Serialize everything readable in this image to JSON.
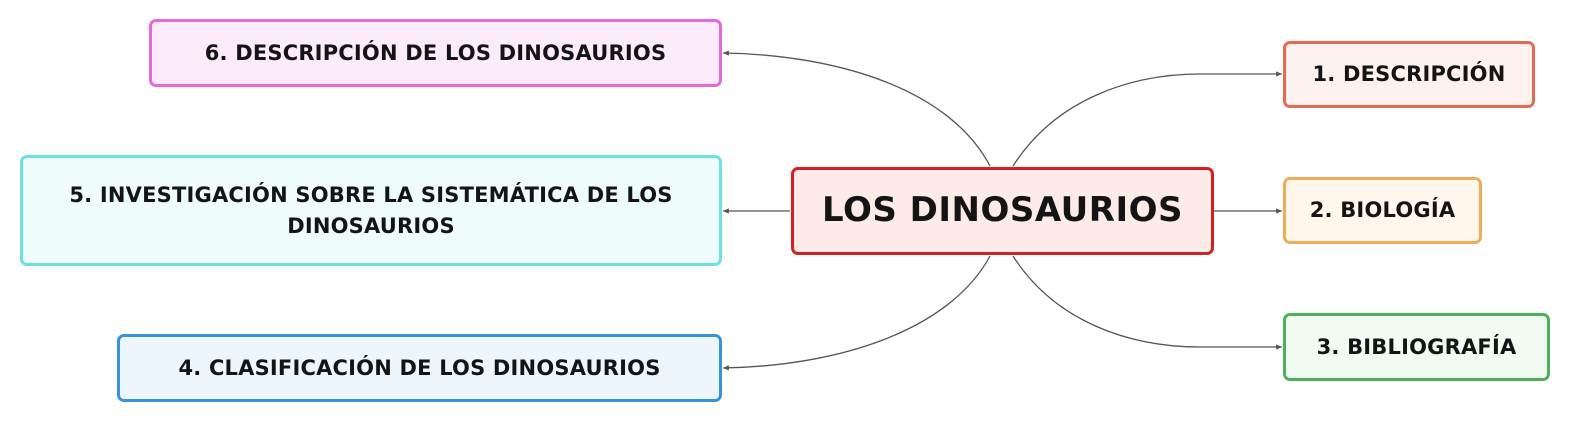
{
  "mindmap": {
    "center": {
      "label": "LOS DINOSAURIOS"
    },
    "branches": [
      {
        "label": "1. DESCRIPCIÓN",
        "color": "#e46a52"
      },
      {
        "label": "2. BIOLOGÍA",
        "color": "#efad58"
      },
      {
        "label": "3. BIBLIOGRAFÍA",
        "color": "#4cb15a"
      },
      {
        "label": "4. CLASIFICACIÓN DE LOS DINOSAURIOS",
        "color": "#3a93d8"
      },
      {
        "label": "5. INVESTIGACIÓN SOBRE LA SISTEMÁTICA DE LOS DINOSAURIOS",
        "color": "#6de0e0"
      },
      {
        "label": "6. DESCRIPCIÓN DE LOS DINOSAURIOS",
        "color": "#e569d9"
      }
    ],
    "center_color": "#d42020",
    "connector_color": "#555555"
  }
}
